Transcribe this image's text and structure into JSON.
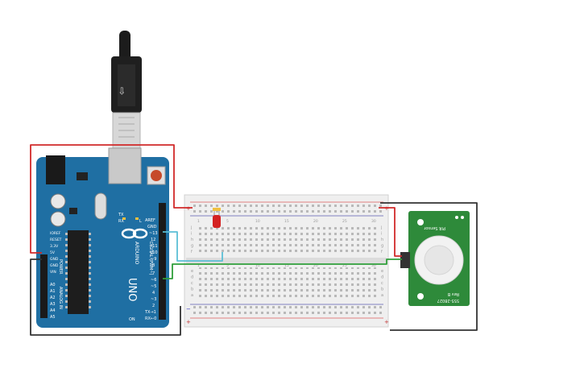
{
  "arduino": {
    "brand": "ARDUINO",
    "model": "UNO",
    "header_labels": {
      "aref": "AREF",
      "gnd": "GND",
      "d13": "~13",
      "d12": "12",
      "d11": "~11",
      "d10": "~10",
      "d9": "~9",
      "d8": "8",
      "d7": "7",
      "d6": "~6",
      "d5": "~5",
      "d4": "4",
      "d3": "~3",
      "d2": "2",
      "tx": "TX→1",
      "rx": "RX←0"
    },
    "digital_label": "DIGITAL (PWM~)",
    "power_label": "POWER",
    "analog_label": "ANALOG IN",
    "power_pins": {
      "ioref": "IOREF",
      "reset": "RESET",
      "v33": "3.3V",
      "v5": "5V",
      "gnd1": "GND",
      "gnd2": "GND",
      "vin": "VIN"
    },
    "analog_pins": {
      "a0": "A0",
      "a1": "A1",
      "a2": "A2",
      "a3": "A3",
      "a4": "A4",
      "a5": "A5"
    },
    "tx_led": "TX",
    "rx_led": "RX",
    "l_led": "L",
    "on_led": "ON"
  },
  "breadboard": {
    "rows_top": [
      "j",
      "i",
      "h",
      "g",
      "f"
    ],
    "rows_bottom": [
      "e",
      "d",
      "c",
      "b",
      "a"
    ],
    "column_numbers": [
      "1",
      "5",
      "10",
      "15",
      "20",
      "25",
      "30"
    ],
    "plus_sign": "+",
    "minus_sign": "−"
  },
  "pir_sensor": {
    "label_top": "PIR Sensor",
    "label_part": "555-28027",
    "label_rev": "Rev B"
  },
  "colors": {
    "arduino_board": "#1f6fa3",
    "wire_red": "#d12a2a",
    "wire_black": "#333333",
    "wire_green": "#2f9e3a",
    "wire_cyan": "#5bbfd6",
    "led_red": "#d42222",
    "pir_board": "#2e8a3a"
  }
}
